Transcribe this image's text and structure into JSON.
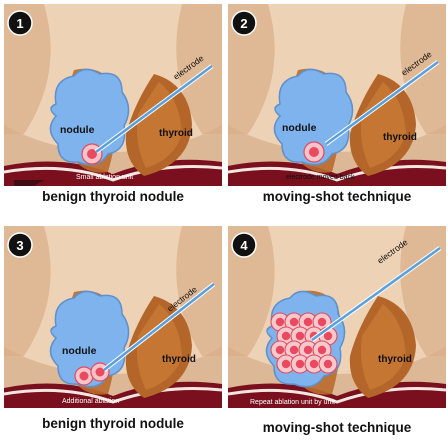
{
  "panels": [
    {
      "number": "1",
      "caption": "benign thyroid nodule",
      "nodule_label": "nodule",
      "thyroid_label": "thyroid",
      "electrode_label": "electrode",
      "annotation": "Small ablation unit",
      "ablation_units": 1
    },
    {
      "number": "2",
      "caption": "moving-shot technique",
      "nodule_label": "nodule",
      "thyroid_label": "thyroid",
      "electrode_label": "electrode",
      "annotation": "electrode moved back",
      "ablation_units": 1
    },
    {
      "number": "3",
      "caption": "benign thyroid nodule",
      "nodule_label": "nodule",
      "thyroid_label": "thyroid",
      "electrode_label": "electrode",
      "annotation": "Additional ablation",
      "ablation_units": 2
    },
    {
      "number": "4",
      "caption": "moving-shot technique",
      "nodule_label": "",
      "thyroid_label": "thyroid",
      "electrode_label": "electrode",
      "annotation": "Repeat ablation unit by unit",
      "ablation_units": 16
    }
  ],
  "colors": {
    "background": "#ffffff",
    "skin": "#e8c29e",
    "thyroid": "#b86a2a",
    "nodule": "#7eb2ee",
    "electrode": "#5aa0dc",
    "ablation": "#f06070",
    "badge": "#111111",
    "shirt": "#8a1222"
  }
}
